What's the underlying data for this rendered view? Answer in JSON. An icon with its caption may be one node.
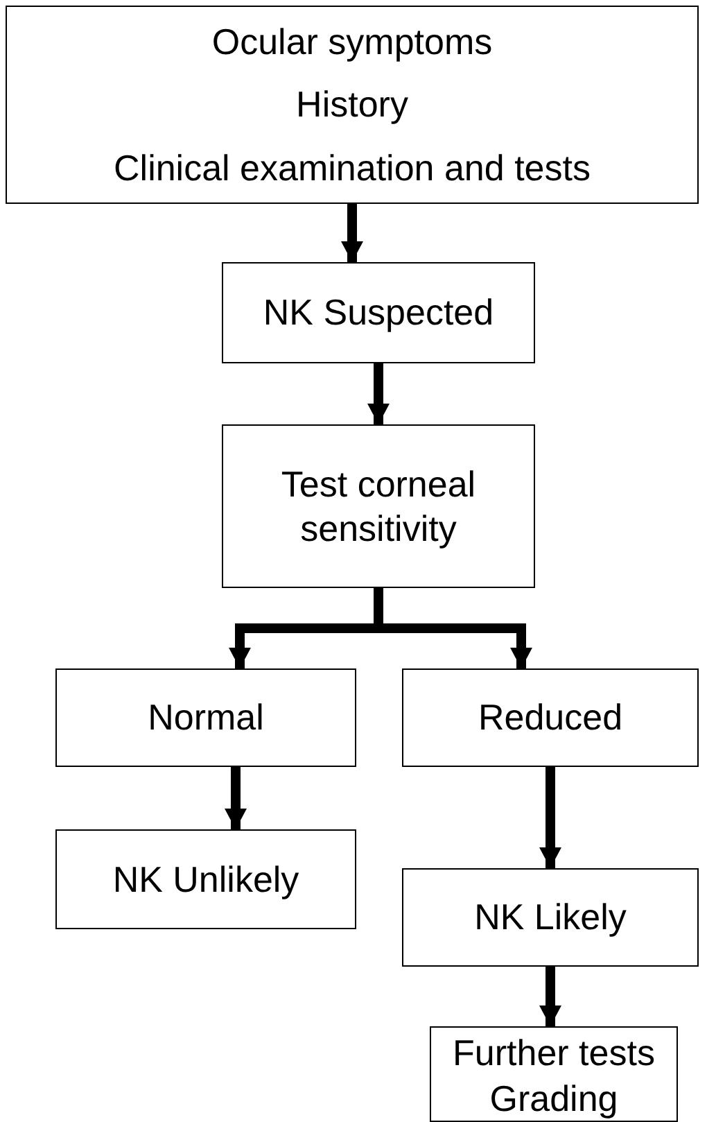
{
  "diagram": {
    "nodes": [
      {
        "text": [
          "Ocular symptoms",
          "History",
          "Clinical examination and tests"
        ]
      },
      {
        "text": [
          "NK Suspected"
        ]
      },
      {
        "text": [
          "Test corneal sensitivity"
        ]
      },
      {
        "text": [
          "Normal"
        ]
      },
      {
        "text": [
          "Reduced"
        ]
      },
      {
        "text": [
          "NK Unlikely"
        ]
      },
      {
        "text": [
          "NK Likely"
        ]
      },
      {
        "text": [
          "Further tests",
          "Grading"
        ]
      }
    ],
    "edges": [
      {
        "from": 0,
        "to": 1,
        "arrow": "to"
      },
      {
        "from": 1,
        "to": 2,
        "arrow": "to"
      },
      {
        "from": 2,
        "to": 3,
        "arrow": "to"
      },
      {
        "from": 2,
        "to": 4,
        "arrow": "to"
      },
      {
        "from": 3,
        "to": 5,
        "arrow": "to"
      },
      {
        "from": 4,
        "to": 6,
        "arrow": "to"
      },
      {
        "from": 6,
        "to": 7,
        "arrow": "to"
      }
    ]
  }
}
